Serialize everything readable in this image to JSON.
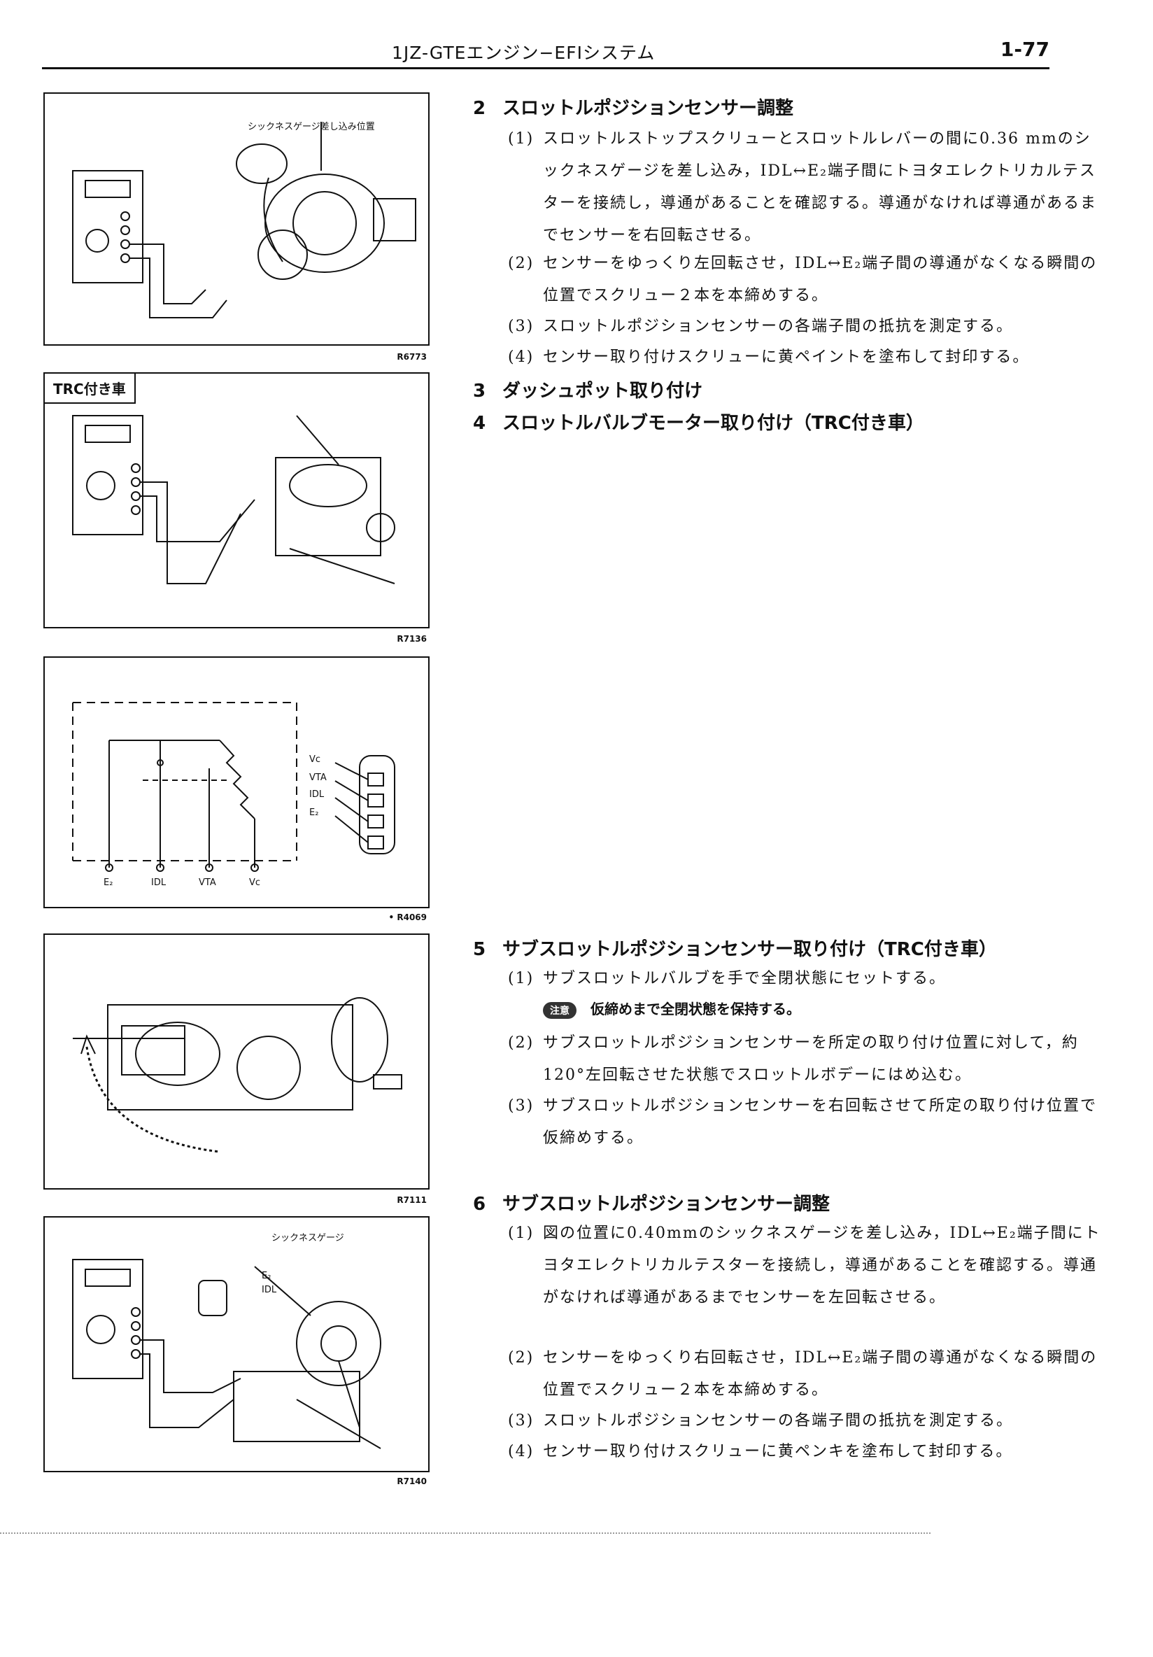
{
  "header": {
    "title": "1JZ-GTEエンジン−EFIシステム",
    "page_number": "1-77"
  },
  "figures": [
    {
      "code": "R6773",
      "label": "シックネスゲージ差し込み位置"
    },
    {
      "code": "R7136",
      "tag": "TRC付き車"
    },
    {
      "code": "• R4069",
      "pins": [
        "Vc",
        "VTA",
        "IDL",
        "E₂"
      ],
      "terminals": [
        "E₂",
        "IDL",
        "VTA",
        "Vc"
      ]
    },
    {
      "code": "R7111"
    },
    {
      "code": "R7140",
      "label": "シックネスゲージ",
      "pins": [
        "E₂",
        "IDL"
      ]
    }
  ],
  "sections": {
    "s2": {
      "number": "2",
      "title": "スロットルポジションセンサー調整",
      "steps": [
        {
          "n": "(1)",
          "text": "スロットルストップスクリューとスロットルレバーの間に0.36 mmのシックネスゲージを差し込み，IDL↔E₂端子間にトヨタエレクトリカルテスターを接続し，導通があることを確認する。導通がなければ導通があるまでセンサーを右回転させる。"
        },
        {
          "n": "(2)",
          "text": "センサーをゆっくり左回転させ，IDL↔E₂端子間の導通がなくなる瞬間の位置でスクリュー２本を本締めする。"
        },
        {
          "n": "(3)",
          "text": "スロットルポジションセンサーの各端子間の抵抗を測定する。"
        },
        {
          "n": "(4)",
          "text": "センサー取り付けスクリューに黄ペイントを塗布して封印する。"
        }
      ]
    },
    "s3": {
      "number": "3",
      "title": "ダッシュポット取り付け"
    },
    "s4": {
      "number": "4",
      "title": "スロットルバルブモーター取り付け（TRC付き車）"
    },
    "s5": {
      "number": "5",
      "title": "サブスロットルポジションセンサー取り付け（TRC付き車）",
      "steps": [
        {
          "n": "(1)",
          "text": "サブスロットルバルブを手で全閉状態にセットする。"
        },
        {
          "n": "(2)",
          "text": "サブスロットルポジションセンサーを所定の取り付け位置に対して，約120°左回転させた状態でスロットルボデーにはめ込む。"
        },
        {
          "n": "(3)",
          "text": "サブスロットルポジションセンサーを右回転させて所定の取り付け位置で仮締めする。"
        }
      ],
      "caution": {
        "badge": "注意",
        "text": "仮締めまで全閉状態を保持する。"
      }
    },
    "s6": {
      "number": "6",
      "title": "サブスロットルポジションセンサー調整",
      "steps": [
        {
          "n": "(1)",
          "text": "図の位置に0.40mmのシックネスゲージを差し込み，IDL↔E₂端子間にトヨタエレクトリカルテスターを接続し，導通があることを確認する。導通がなければ導通があるまでセンサーを左回転させる。"
        },
        {
          "n": "(2)",
          "text": "センサーをゆっくり右回転させ，IDL↔E₂端子間の導通がなくなる瞬間の位置でスクリュー２本を本締めする。"
        },
        {
          "n": "(3)",
          "text": "スロットルポジションセンサーの各端子間の抵抗を測定する。"
        },
        {
          "n": "(4)",
          "text": "センサー取り付けスクリューに黄ペンキを塗布して封印する。"
        }
      ]
    }
  }
}
